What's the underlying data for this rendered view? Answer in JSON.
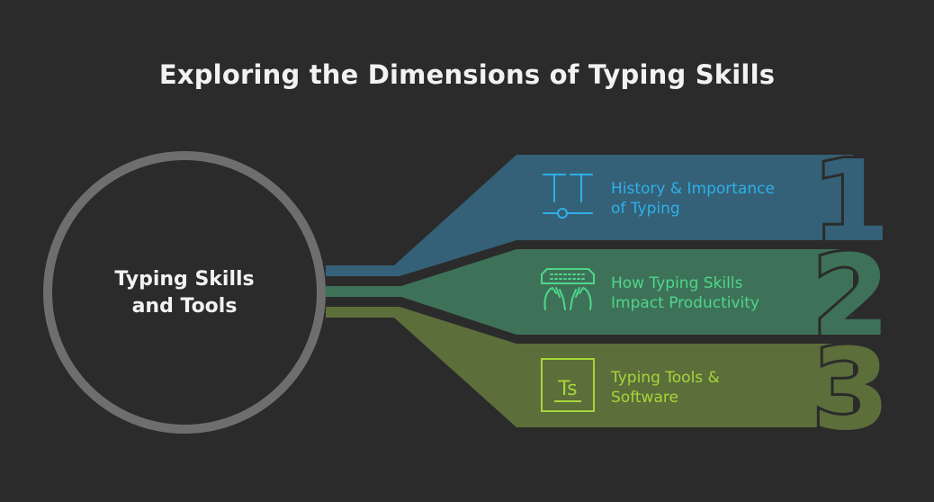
{
  "title": "Exploring the Dimensions of Typing Skills",
  "center": {
    "line1": "Typing Skills",
    "line2": "and Tools"
  },
  "items": [
    {
      "number": "1",
      "line1": "History & Importance",
      "line2": "of Typing",
      "icon": "text-type-icon",
      "color": "#2fb0ea",
      "band_color": "#346177"
    },
    {
      "number": "2",
      "line1": "How Typing Skills",
      "line2": "Impact Productivity",
      "icon": "keyboard-hands-icon",
      "color": "#4fd68c",
      "band_color": "#3e7258"
    },
    {
      "number": "3",
      "line1": "Typing Tools &",
      "line2": "Software",
      "icon": "ts-file-icon",
      "color": "#a6d63a",
      "band_color": "#5c6e3a"
    }
  ]
}
